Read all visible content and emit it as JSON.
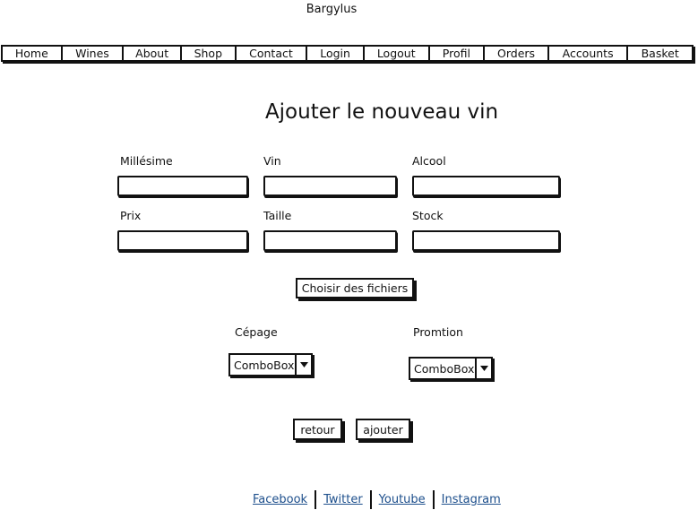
{
  "app": {
    "title": "Bargylus"
  },
  "nav": {
    "items": [
      {
        "label": "Home"
      },
      {
        "label": "Wines"
      },
      {
        "label": "About"
      },
      {
        "label": "Shop"
      },
      {
        "label": "Contact"
      },
      {
        "label": "Login"
      },
      {
        "label": "Logout"
      },
      {
        "label": "Profil"
      },
      {
        "label": "Orders"
      },
      {
        "label": "Accounts"
      },
      {
        "label": "Basket"
      }
    ]
  },
  "form": {
    "title": "Ajouter le nouveau vin",
    "fields": {
      "millesime": {
        "label": "Millésime",
        "value": ""
      },
      "vin": {
        "label": "Vin",
        "value": ""
      },
      "alcool": {
        "label": "Alcool",
        "value": ""
      },
      "prix": {
        "label": "Prix",
        "value": ""
      },
      "taille": {
        "label": "Taille",
        "value": ""
      },
      "stock": {
        "label": "Stock",
        "value": ""
      }
    },
    "file_button": "Choisir des fichiers",
    "cepage": {
      "label": "Cépage",
      "value": "ComboBox"
    },
    "promotion": {
      "label": "Promtion",
      "value": "ComboBox"
    },
    "back_button": "retour",
    "add_button": "ajouter"
  },
  "footer": {
    "links": [
      "Facebook",
      "Twitter",
      "Youtube",
      "Instagram"
    ]
  }
}
